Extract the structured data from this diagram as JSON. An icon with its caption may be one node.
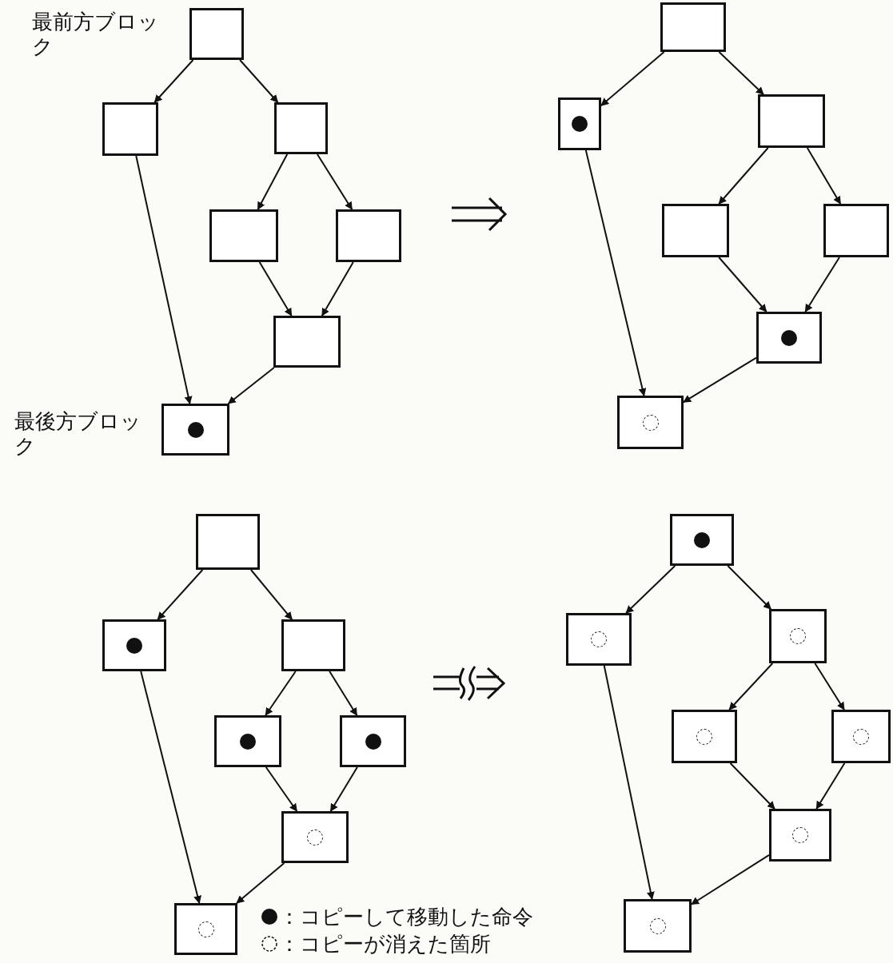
{
  "diagram": {
    "nodes": [
      {
        "text": [],
        "shape": "box",
        "beside": [
          "最前方ブロック"
        ]
      },
      {
        "text": [],
        "shape": "box"
      },
      {
        "text": [],
        "shape": "box"
      },
      {
        "text": [],
        "shape": "box"
      },
      {
        "text": [],
        "shape": "box"
      },
      {
        "text": [],
        "shape": "box"
      },
      {
        "text": [],
        "shape": "box",
        "beside": [
          "最後方ブロック"
        ]
      },
      {
        "text": [],
        "shape": "dot",
        "in": 6
      },
      {
        "text": [],
        "shape": "box"
      },
      {
        "text": [],
        "shape": "box"
      },
      {
        "text": [],
        "shape": "dot",
        "in": 9
      },
      {
        "text": [],
        "shape": "box"
      },
      {
        "text": [],
        "shape": "box"
      },
      {
        "text": [],
        "shape": "box"
      },
      {
        "text": [],
        "shape": "box"
      },
      {
        "text": [],
        "shape": "dot",
        "in": 14
      },
      {
        "text": [],
        "shape": "box"
      },
      {
        "text": [],
        "shape": "circle",
        "in": 16
      },
      {
        "text": [],
        "shape": "box"
      },
      {
        "text": [],
        "shape": "box"
      },
      {
        "text": [],
        "shape": "dot",
        "in": 19
      },
      {
        "text": [],
        "shape": "box"
      },
      {
        "text": [],
        "shape": "box"
      },
      {
        "text": [],
        "shape": "dot",
        "in": 22
      },
      {
        "text": [],
        "shape": "box"
      },
      {
        "text": [],
        "shape": "dot",
        "in": 24
      },
      {
        "text": [],
        "shape": "box"
      },
      {
        "text": [],
        "shape": "circle",
        "in": 26
      },
      {
        "text": [],
        "shape": "box"
      },
      {
        "text": [],
        "shape": "circle",
        "in": 28
      },
      {
        "text": [],
        "shape": "box"
      },
      {
        "text": [],
        "shape": "dot",
        "in": 30
      },
      {
        "text": [],
        "shape": "box"
      },
      {
        "text": [],
        "shape": "circle",
        "in": 32
      },
      {
        "text": [],
        "shape": "box"
      },
      {
        "text": [],
        "shape": "circle",
        "in": 34
      },
      {
        "text": [],
        "shape": "box"
      },
      {
        "text": [],
        "shape": "circle",
        "in": 36
      },
      {
        "text": [],
        "shape": "box"
      },
      {
        "text": [],
        "shape": "circle",
        "in": 38
      },
      {
        "text": [],
        "shape": "box"
      },
      {
        "text": [],
        "shape": "circle",
        "in": 40
      },
      {
        "text": [],
        "shape": "box"
      },
      {
        "text": [],
        "shape": "circle",
        "in": 42
      }
    ],
    "edges": [
      {
        "from": 0,
        "to": 1,
        "arrow": "to"
      },
      {
        "from": 0,
        "to": 2,
        "arrow": "to"
      },
      {
        "from": 1,
        "to": 6,
        "arrow": "to"
      },
      {
        "from": 2,
        "to": 3,
        "arrow": "to"
      },
      {
        "from": 2,
        "to": 4,
        "arrow": "to"
      },
      {
        "from": 3,
        "to": 5,
        "arrow": "to"
      },
      {
        "from": 4,
        "to": 5,
        "arrow": "to"
      },
      {
        "from": 5,
        "to": 6,
        "arrow": "to"
      },
      {
        "from": 8,
        "to": 9,
        "arrow": "to"
      },
      {
        "from": 8,
        "to": 11,
        "arrow": "to"
      },
      {
        "from": 9,
        "to": 16,
        "arrow": "to"
      },
      {
        "from": 11,
        "to": 12,
        "arrow": "to"
      },
      {
        "from": 11,
        "to": 13,
        "arrow": "to"
      },
      {
        "from": 12,
        "to": 14,
        "arrow": "to"
      },
      {
        "from": 13,
        "to": 14,
        "arrow": "to"
      },
      {
        "from": 14,
        "to": 16,
        "arrow": "to"
      },
      {
        "from": 18,
        "to": 19,
        "arrow": "to"
      },
      {
        "from": 18,
        "to": 21,
        "arrow": "to"
      },
      {
        "from": 19,
        "to": 28,
        "arrow": "to"
      },
      {
        "from": 21,
        "to": 22,
        "arrow": "to"
      },
      {
        "from": 21,
        "to": 24,
        "arrow": "to"
      },
      {
        "from": 22,
        "to": 26,
        "arrow": "to"
      },
      {
        "from": 24,
        "to": 26,
        "arrow": "to"
      },
      {
        "from": 26,
        "to": 28,
        "arrow": "to"
      },
      {
        "from": 30,
        "to": 32,
        "arrow": "to"
      },
      {
        "from": 30,
        "to": 34,
        "arrow": "to"
      },
      {
        "from": 32,
        "to": 42,
        "arrow": "to"
      },
      {
        "from": 34,
        "to": 36,
        "arrow": "to"
      },
      {
        "from": 34,
        "to": 38,
        "arrow": "to"
      },
      {
        "from": 36,
        "to": 40,
        "arrow": "to"
      },
      {
        "from": 38,
        "to": 40,
        "arrow": "to"
      },
      {
        "from": 40,
        "to": 42,
        "arrow": "to"
      }
    ],
    "legend": [
      {
        "text": "：コピーして移動した命令"
      },
      {
        "text": "：コピーが消えた箇所"
      }
    ]
  }
}
